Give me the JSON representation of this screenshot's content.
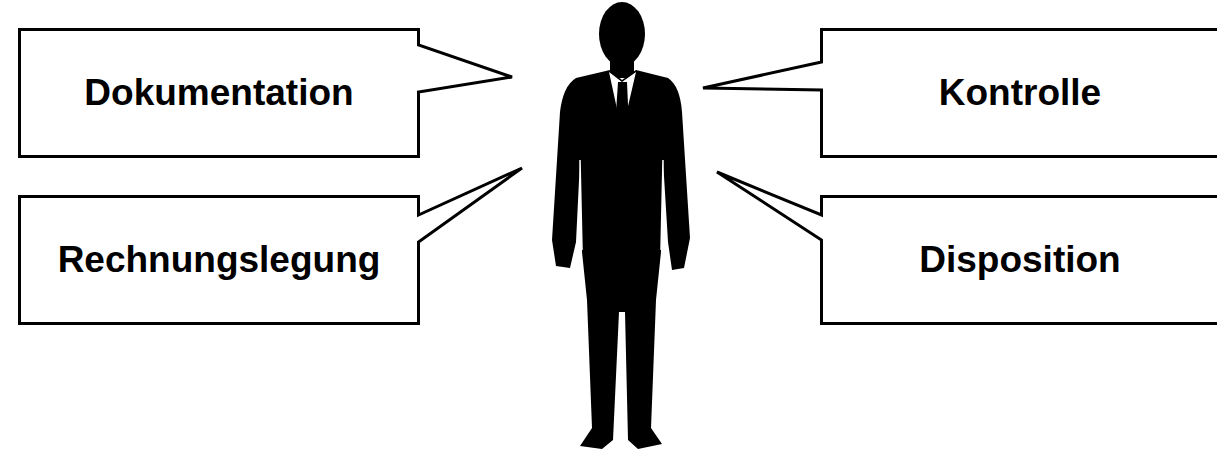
{
  "diagram": {
    "nodes": [
      {
        "text": [
          "Dokumentation"
        ]
      },
      {
        "text": [
          "Kontrolle"
        ]
      },
      {
        "text": [
          "Rechnungslegung"
        ]
      },
      {
        "text": [
          "Disposition"
        ]
      }
    ]
  }
}
